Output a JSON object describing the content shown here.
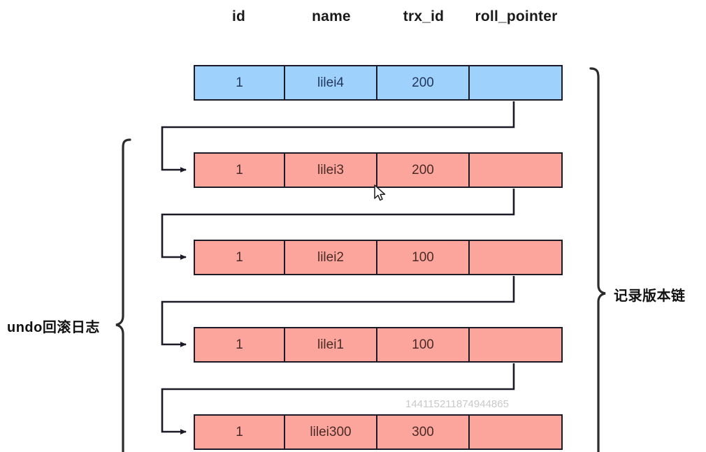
{
  "diagram": {
    "title_watermark": "144115211874944865",
    "columns": [
      {
        "key": "id",
        "label": "id"
      },
      {
        "key": "name",
        "label": "name"
      },
      {
        "key": "trx_id",
        "label": "trx_id"
      },
      {
        "key": "roll_pointer",
        "label": "roll_pointer"
      }
    ],
    "rows": [
      {
        "index": 0,
        "kind": "current-record",
        "color": "#9ED2FC",
        "selected": false,
        "cells": {
          "id": "1",
          "name": "lilei4",
          "trx_id": "200",
          "roll_pointer": ""
        }
      },
      {
        "index": 1,
        "kind": "undo-log-record",
        "color": "#FCA59C",
        "selected": true,
        "selected_cell": "name",
        "cells": {
          "id": "1",
          "name": "lilei3",
          "trx_id": "200",
          "roll_pointer": ""
        }
      },
      {
        "index": 2,
        "kind": "undo-log-record",
        "color": "#FCA59C",
        "selected": false,
        "cells": {
          "id": "1",
          "name": "lilei2",
          "trx_id": "100",
          "roll_pointer": ""
        }
      },
      {
        "index": 3,
        "kind": "undo-log-record",
        "color": "#FCA59C",
        "selected": false,
        "cells": {
          "id": "1",
          "name": "lilei1",
          "trx_id": "100",
          "roll_pointer": ""
        }
      },
      {
        "index": 4,
        "kind": "undo-log-record",
        "color": "#FCA59C",
        "selected": false,
        "cells": {
          "id": "1",
          "name": "lilei300",
          "trx_id": "300",
          "roll_pointer": ""
        }
      }
    ],
    "annotations": {
      "left_brace_label": "undo回滚日志",
      "right_brace_label": "记录版本链"
    },
    "colors": {
      "current_record_fill": "#9ED2FC",
      "undo_record_fill": "#FCA59C",
      "stroke": "#1b1b28",
      "handle_fill": "#ffffff",
      "handle_stroke": "#c9504a",
      "watermark": "#c9c9c9"
    }
  }
}
